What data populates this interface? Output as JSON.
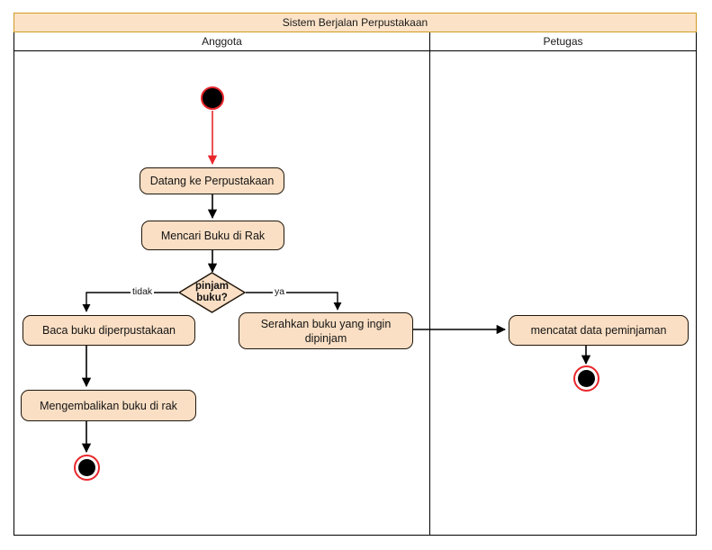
{
  "diagram": {
    "title": "Sistem Berjalan Perpustakaan",
    "type": "uml-activity-diagram",
    "lanes": [
      {
        "id": "anggota",
        "label": "Anggota"
      },
      {
        "id": "petugas",
        "label": "Petugas"
      }
    ],
    "colors": {
      "node_fill": "#fadfc4",
      "node_border": "#20160b",
      "title_fill": "#fce3c8",
      "title_border": "#d19b22",
      "lane_border": "#000000",
      "start_edge_arrow": "#e8272c",
      "flow_arrow": "#000000",
      "terminal_ring": "#e8272c",
      "terminal_core": "#000000",
      "canvas": "#ffffff"
    },
    "nodes": {
      "start": {
        "kind": "initial-node",
        "lane": "anggota"
      },
      "datang": {
        "kind": "action",
        "lane": "anggota",
        "label": "Datang ke Perpustakaan"
      },
      "mencari": {
        "kind": "action",
        "lane": "anggota",
        "label": "Mencari Buku di Rak"
      },
      "keputusan": {
        "kind": "decision",
        "lane": "anggota",
        "label_line1": "pinjam",
        "label_line2": "buku?"
      },
      "baca": {
        "kind": "action",
        "lane": "anggota",
        "label": "Baca buku diperpustakaan"
      },
      "kembalikan": {
        "kind": "action",
        "lane": "anggota",
        "label": "Mengembalikan buku di rak"
      },
      "serahkan": {
        "kind": "action",
        "lane": "anggota",
        "label_line1": "Serahkan buku yang ingin",
        "label_line2": "dipinjam"
      },
      "mencatat": {
        "kind": "action",
        "lane": "petugas",
        "label": "mencatat data peminjaman"
      },
      "end_anggota": {
        "kind": "final-node",
        "lane": "anggota"
      },
      "end_petugas": {
        "kind": "final-node",
        "lane": "petugas"
      }
    },
    "edge_labels": {
      "tidak": "tidak",
      "ya": "ya"
    },
    "flows": [
      {
        "from": "start",
        "to": "datang",
        "label": "",
        "color": "#e8272c"
      },
      {
        "from": "datang",
        "to": "mencari",
        "label": "",
        "color": "#000000"
      },
      {
        "from": "mencari",
        "to": "keputusan",
        "label": "",
        "color": "#000000"
      },
      {
        "from": "keputusan",
        "to": "baca",
        "label": "tidak",
        "color": "#000000"
      },
      {
        "from": "keputusan",
        "to": "serahkan",
        "label": "ya",
        "color": "#000000"
      },
      {
        "from": "baca",
        "to": "kembalikan",
        "label": "",
        "color": "#000000"
      },
      {
        "from": "kembalikan",
        "to": "end_anggota",
        "label": "",
        "color": "#000000"
      },
      {
        "from": "serahkan",
        "to": "mencatat",
        "label": "",
        "color": "#000000"
      },
      {
        "from": "mencatat",
        "to": "end_petugas",
        "label": "",
        "color": "#000000"
      }
    ]
  }
}
